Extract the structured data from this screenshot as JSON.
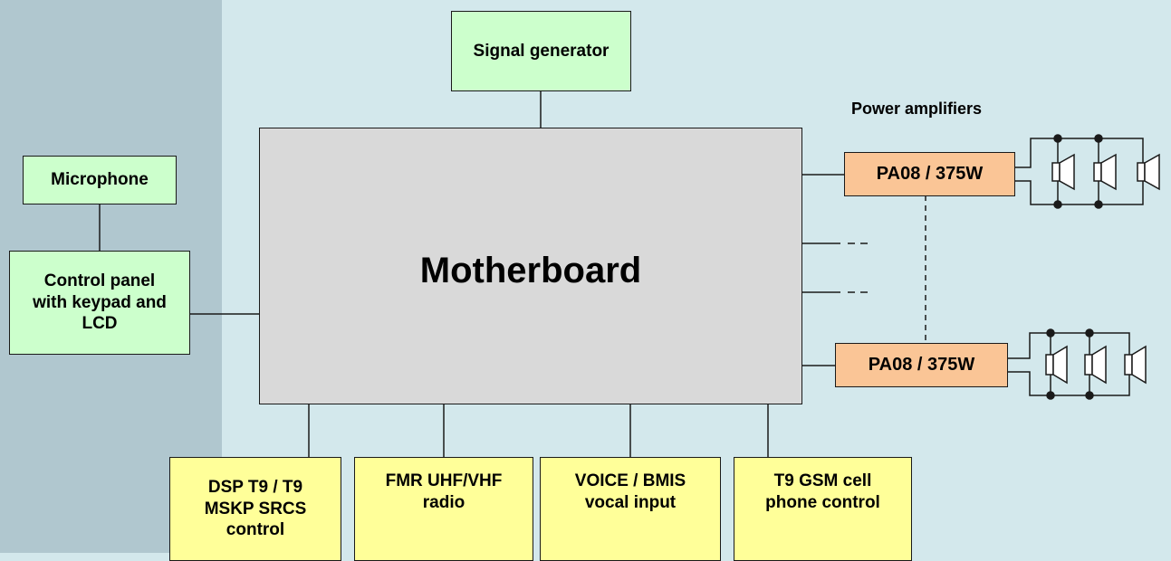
{
  "diagram": {
    "motherboard": "Motherboard",
    "signal_generator": "Signal generator",
    "microphone": "Microphone",
    "control_panel": "Control panel\nwith keypad and\nLCD",
    "power_amplifiers_title": "Power amplifiers",
    "amplifiers": [
      "PA08 / 375W",
      "PA08 / 375W"
    ],
    "inputs": [
      "DSP T9 / T9\nMSKP SRCS\ncontrol",
      "FMR UHF/VHF\nradio",
      "VOICE / BMIS\nvocal input",
      "T9 GSM cell\nphone control"
    ]
  },
  "colors": {
    "background": "#d3e8ec",
    "left_band": "#b0c7cf",
    "green_box": "#ccffcc",
    "yellow_box": "#ffff99",
    "orange_box": "#fac596",
    "motherboard_box": "#d9d9d9"
  }
}
